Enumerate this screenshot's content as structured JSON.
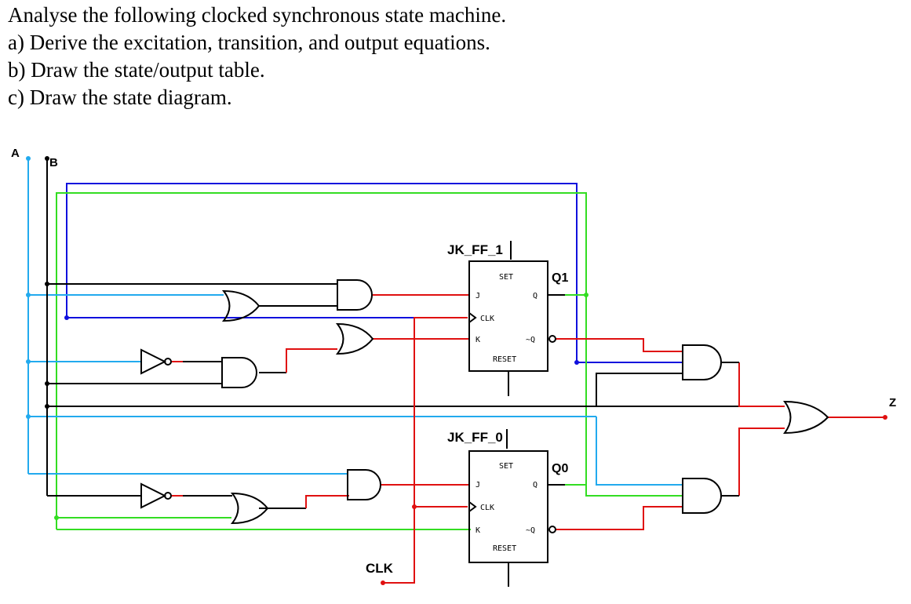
{
  "question": {
    "title": "Analyse the following clocked synchronous state machine.",
    "part_a": "a) Derive the excitation, transition, and output equations.",
    "part_b": "b) Draw the state/output table.",
    "part_c": "c) Draw the state diagram."
  },
  "circuit": {
    "inputs": {
      "a": "A",
      "b": "B",
      "clk": "CLK"
    },
    "output": "Z",
    "ff1": {
      "name": "JK_FF_1",
      "set": "SET",
      "j": "J",
      "clk": "CLK",
      "k": "K",
      "q": "Q",
      "qn": "~Q",
      "reset": "RESET",
      "q_label": "Q1"
    },
    "ff0": {
      "name": "JK_FF_0",
      "set": "SET",
      "j": "J",
      "clk": "CLK",
      "k": "K",
      "q": "Q",
      "qn": "~Q",
      "reset": "RESET",
      "q_label": "Q0"
    }
  },
  "colors": {
    "input_a": "#22aaee",
    "input_b": "#000000",
    "clock_and_outputs": "#e01010",
    "q1_feedback": "#1010dd",
    "q0_feedback": "#33dd22"
  }
}
